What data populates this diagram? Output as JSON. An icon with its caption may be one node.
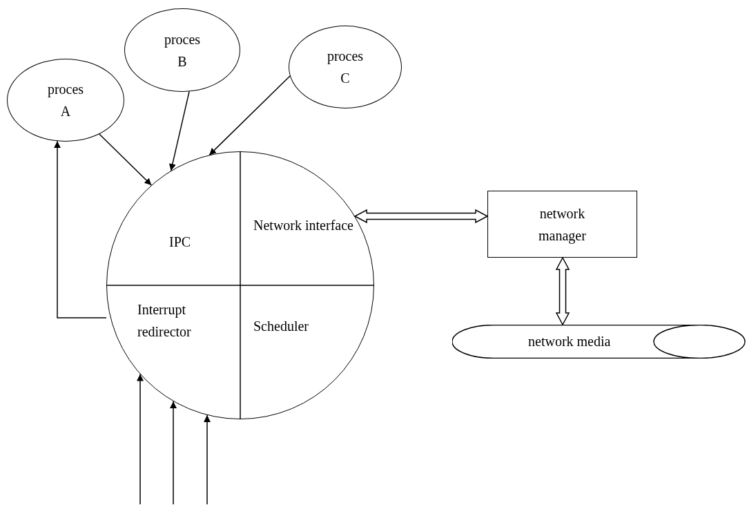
{
  "diagram": {
    "nodes": [
      {
        "text": [
          "proces A"
        ]
      },
      {
        "text": [
          "proces B"
        ]
      },
      {
        "text": [
          "proces C"
        ]
      },
      {
        "text": [],
        "shape": "circle"
      },
      {
        "text": [
          "IPC"
        ],
        "in": 3
      },
      {
        "text": [
          "Network interface"
        ],
        "in": 3
      },
      {
        "text": [
          "Interrupt redirector"
        ],
        "in": 3
      },
      {
        "text": [
          "Scheduler"
        ],
        "in": 3
      },
      {
        "text": [
          "network manager"
        ]
      },
      {
        "text": [
          "network media"
        ]
      }
    ],
    "edges": [
      {
        "from": 0,
        "to": 3,
        "arrow": "to"
      },
      {
        "from": 1,
        "to": 3,
        "arrow": "to"
      },
      {
        "from": 2,
        "to": 3,
        "arrow": "to"
      },
      {
        "from": 3,
        "to": 8,
        "arrow": "both",
        "style": "thick"
      },
      {
        "from": 8,
        "to": 9,
        "arrow": "both",
        "style": "thick"
      },
      {
        "from": 6,
        "to": 0,
        "arrow": "to"
      },
      {
        "from": null,
        "to": 3,
        "arrow": "to"
      },
      {
        "from": null,
        "to": 3,
        "arrow": "to"
      },
      {
        "from": null,
        "to": 3,
        "arrow": "to"
      }
    ]
  }
}
